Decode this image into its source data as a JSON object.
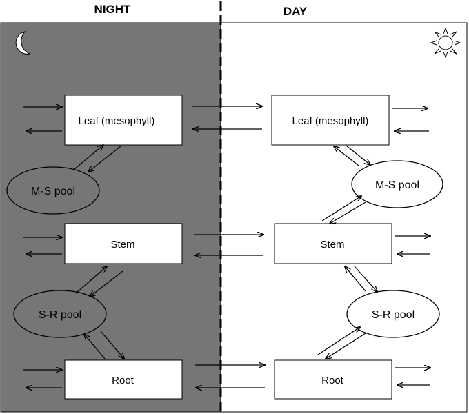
{
  "headers": {
    "night": "NIGHT",
    "day": "DAY"
  },
  "night": {
    "leaf": "Leaf (mesophyll)",
    "ms_pool": "M-S pool",
    "stem": "Stem",
    "sr_pool": "S-R pool",
    "root": "Root"
  },
  "day": {
    "leaf": "Leaf (mesophyll)",
    "ms_pool": "M-S pool",
    "stem": "Stem",
    "sr_pool": "S-R pool",
    "root": "Root"
  },
  "icons": {
    "night": "crescent-moon-icon",
    "day": "sun-icon"
  },
  "colors": {
    "night_panel": "#767676",
    "day_panel": "#ffffff",
    "stroke": "#000000"
  }
}
